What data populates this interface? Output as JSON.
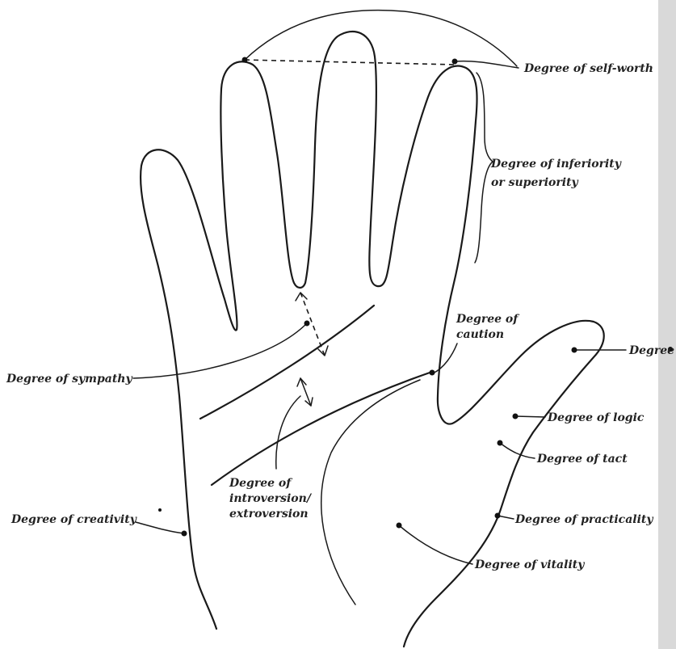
{
  "labels": {
    "self_worth": "Degree of self-worth",
    "inferiority_1": "Degree of inferiority",
    "inferiority_2": "or superiority",
    "caution_1": "Degree of",
    "caution_2": "caution",
    "thumb_tip": "Degree of",
    "sympathy": "Degree of sympathy",
    "logic": "Degree of logic",
    "tact": "Degree of tact",
    "introversion_1": "Degree of",
    "introversion_2": "introversion/",
    "introversion_3": "extroversion",
    "creativity": "Degree of creativity",
    "practicality": "Degree of practicality",
    "vitality": "Degree of vitality"
  }
}
